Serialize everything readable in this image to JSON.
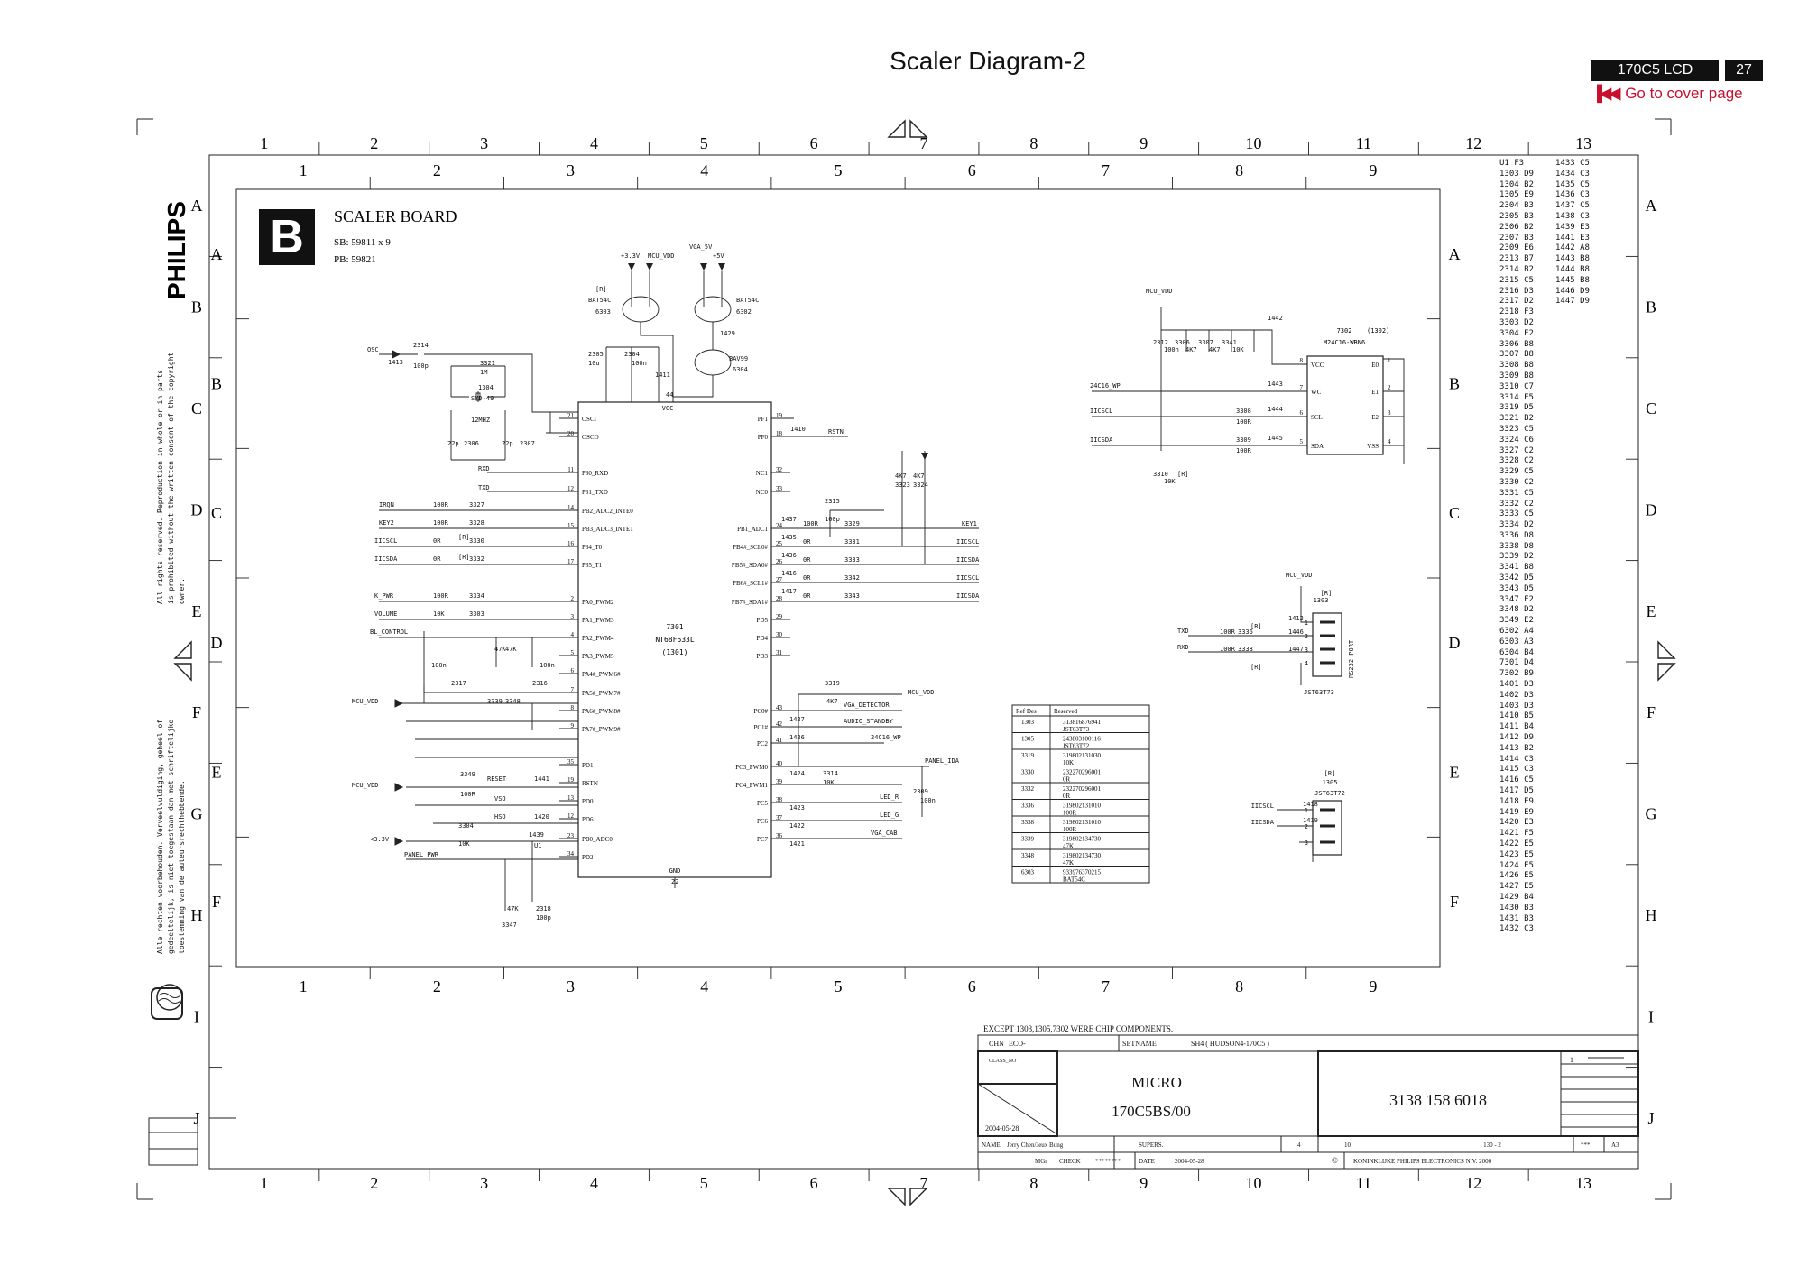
{
  "header": {
    "title": "Scaler  Diagram-2",
    "model": "170C5 LCD",
    "page": "27",
    "cover_link": "Go to cover page"
  },
  "frame": {
    "outer_cols": [
      "1",
      "2",
      "3",
      "4",
      "5",
      "6",
      "7",
      "8",
      "9",
      "10",
      "11",
      "12",
      "13"
    ],
    "inner_cols": [
      "1",
      "2",
      "3",
      "4",
      "5",
      "6",
      "7",
      "8",
      "9"
    ],
    "outer_rows": [
      "A",
      "B",
      "C",
      "D",
      "E",
      "F",
      "G",
      "H",
      "I",
      "J"
    ],
    "inner_rows": [
      "A",
      "B",
      "C",
      "D",
      "E",
      "F"
    ]
  },
  "board": {
    "letter": "B",
    "name": "SCALER BOARD",
    "sb": "SB: 59811 x 9",
    "pb": "PB: 59821"
  },
  "brand": {
    "name": "PHILIPS"
  },
  "copyright": {
    "en": [
      "All rights reserved. Reproduction in whole or in parts",
      "is prohibited without the written consent of the copyright",
      "owner."
    ],
    "nl": [
      "Alle rechten voorbehouden. Verveelvuldiging, geheel of",
      "gedeeltelijk, is niet toegestaan dan met schriftelijke",
      "toestemming van de auteursrechthebbende."
    ]
  },
  "ic_main": {
    "ref": "7301",
    "part": "NT68F633L",
    "pos": "(1301)",
    "vcc": "VCC",
    "gnd": "GND",
    "left_pins": [
      {
        "num": "21",
        "name": "OSCI"
      },
      {
        "num": "20",
        "name": "OSCO"
      },
      {
        "num": "11",
        "name": "P30_RXD"
      },
      {
        "num": "12",
        "name": "P31_TXD"
      },
      {
        "num": "14",
        "name": "PB2_ADC2_INTE0"
      },
      {
        "num": "15",
        "name": "PB3_ADC3_INTE1"
      },
      {
        "num": "16",
        "name": "P34_T0"
      },
      {
        "num": "17",
        "name": "P35_T1"
      },
      {
        "num": "2",
        "name": "PA0_PWM2"
      },
      {
        "num": "3",
        "name": "PA1_PWM3"
      },
      {
        "num": "4",
        "name": "PA2_PWM4"
      },
      {
        "num": "5",
        "name": "PA3_PWM5"
      },
      {
        "num": "6",
        "name": "PA4#_PWM6#"
      },
      {
        "num": "7",
        "name": "PA5#_PWM7#"
      },
      {
        "num": "8",
        "name": "PA6#_PWM8#"
      },
      {
        "num": "9",
        "name": "PA7#_PWM9#"
      },
      {
        "num": "35",
        "name": "PD1"
      },
      {
        "num": "19",
        "name": "RSTN"
      },
      {
        "num": "13",
        "name": "PD0"
      },
      {
        "num": "12",
        "name": "PD6"
      },
      {
        "num": "23",
        "name": "PB0_ADC0"
      },
      {
        "num": "34",
        "name": "PD2"
      }
    ],
    "right_pins": [
      {
        "num": "19",
        "name": "PF1"
      },
      {
        "num": "18",
        "name": "PF0"
      },
      {
        "num": "32",
        "name": "NC1"
      },
      {
        "num": "33",
        "name": "NC0"
      },
      {
        "num": "24",
        "name": "PB1_ADC1"
      },
      {
        "num": "25",
        "name": "PB4#_SCL0#"
      },
      {
        "num": "26",
        "name": "PB5#_SDA0#"
      },
      {
        "num": "27",
        "name": "PB6#_SCL1#"
      },
      {
        "num": "28",
        "name": "PB7#_SDA1#"
      },
      {
        "num": "29",
        "name": "PD5"
      },
      {
        "num": "30",
        "name": "PD4"
      },
      {
        "num": "31",
        "name": "PD3"
      },
      {
        "num": "43",
        "name": "PC0#"
      },
      {
        "num": "42",
        "name": "PC1#"
      },
      {
        "num": "41",
        "name": "PC2"
      },
      {
        "num": "40",
        "name": "PC3_PWM0"
      },
      {
        "num": "39",
        "name": "PC4_PWM1"
      },
      {
        "num": "38",
        "name": "PC5"
      },
      {
        "num": "37",
        "name": "PC6"
      },
      {
        "num": "36",
        "name": "PC7"
      }
    ]
  },
  "left_nets": [
    "OSC",
    "RXD",
    "TXD",
    "IRQN",
    "KEY2",
    "IICSCL",
    "IICSDA",
    "K_PWR",
    "VOLUME",
    "BL_CONTROL",
    "MCU_VDD",
    "MCU_VDD",
    "RESET",
    "VSO",
    "HSO",
    "<3.3V",
    "PANEL_PWR"
  ],
  "left_parts": [
    "2314",
    "100p",
    "1413",
    "3321",
    "1M",
    "1304",
    "SMD-49",
    "12MHZ",
    "22p",
    "22p",
    "2306",
    "2307",
    "100R",
    "3327",
    "100R",
    "3328",
    "0R",
    "3330",
    "0R",
    "3332",
    "100R",
    "3334",
    "10K",
    "3303",
    "[R]",
    "[R]",
    "2317",
    "100n",
    "3339",
    "3348",
    "47K",
    "47K",
    "2316",
    "100n",
    "3349",
    "100R",
    "1441",
    "3304",
    "10K",
    "1420",
    "1439",
    "U1",
    "3347",
    "47K",
    "2318",
    "100p",
    "22"
  ],
  "right_nets": [
    "RSTN",
    "KEY1",
    "IICSCL",
    "IICSDA",
    "IICSCL",
    "IICSDA",
    "VGA_DETECTOR",
    "AUDIO_STANDBY",
    "24C16_WP",
    "PANEL_IDA",
    "LED_R",
    "LED_G",
    "VGA_CAB",
    "MCU_VDD"
  ],
  "right_parts": [
    "1410",
    "2315",
    "100p",
    "3329",
    "100R",
    "3331",
    "0R",
    "3333",
    "0R",
    "3342",
    "0R",
    "3343",
    "0R",
    "3323",
    "3324",
    "4K7",
    "4K7",
    "3319",
    "4K7",
    "1427",
    "1426",
    "3314",
    "10K",
    "2309",
    "100n",
    "1424",
    "1423",
    "1422",
    "1421",
    "1437",
    "1435",
    "1436",
    "1416",
    "1417"
  ],
  "top_parts": [
    "+3.3V",
    "MCU_VDD",
    "VGA_5V",
    "+5V",
    "[R]",
    "BAT54C",
    "6303",
    "BAT54C",
    "6302",
    "BAV99",
    "6304",
    "1429",
    "2305",
    "10u",
    "2304",
    "100n",
    "1411",
    "44"
  ],
  "eeprom": {
    "ref": "7302",
    "pos": "(1302)",
    "part": "M24C16-WBN6",
    "pins_left": [
      {
        "num": "8",
        "name": "VCC"
      },
      {
        "num": "7",
        "name": "WC"
      },
      {
        "num": "6",
        "name": "SCL"
      },
      {
        "num": "5",
        "name": "SDA"
      }
    ],
    "pins_right": [
      {
        "num": "1",
        "name": "E0"
      },
      {
        "num": "2",
        "name": "E1"
      },
      {
        "num": "3",
        "name": "E2"
      },
      {
        "num": "4",
        "name": "VSS"
      }
    ],
    "nets": [
      "MCU_VDD",
      "24C16_WP",
      "IICSCL",
      "IICSDA"
    ],
    "parts": [
      "1442",
      "2312",
      "100n",
      "3306",
      "4K7",
      "3307",
      "4K7",
      "3341",
      "10K",
      "1443",
      "3308",
      "100R",
      "1444",
      "3309",
      "100R",
      "1445",
      "3310",
      "10K",
      "[R]"
    ]
  },
  "port_1303": {
    "ref": "1303",
    "label": "[R]",
    "part": "JST63T73",
    "side": "RS232 PORT",
    "nets": [
      "MCU_VDD",
      "TXD",
      "RXD"
    ],
    "parts": [
      "1412",
      "1446",
      "1447",
      "3336",
      "3338",
      "100R",
      "100R",
      "[R]",
      "[R]"
    ],
    "pins": [
      "1",
      "2",
      "3",
      "4"
    ]
  },
  "port_1305": {
    "ref": "1305",
    "label": "[R]",
    "part": "JST63T72",
    "nets": [
      "IICSCL",
      "IICSDA"
    ],
    "parts": [
      "1418",
      "1419"
    ],
    "pins": [
      "1",
      "2",
      "3"
    ]
  },
  "reserved_table": {
    "headers": [
      "Ref Des",
      "Reserved"
    ],
    "rows": [
      [
        "1303",
        "313816876941",
        "JST63T73"
      ],
      [
        "1305",
        "243803100116",
        "JST63T72"
      ],
      [
        "3319",
        "319802131030",
        "10K"
      ],
      [
        "3330",
        "232270296001",
        "0R"
      ],
      [
        "3332",
        "232270296001",
        "0R"
      ],
      [
        "3336",
        "319802131010",
        "100R"
      ],
      [
        "3338",
        "319802131010",
        "100R"
      ],
      [
        "3339",
        "319802134730",
        "47K"
      ],
      [
        "3348",
        "319802134730",
        "47K"
      ],
      [
        "6303",
        "933976370215",
        "BAT54C"
      ]
    ]
  },
  "ref_list": {
    "col1": [
      "U1 F3",
      "1303 D9",
      "1304 B2",
      "1305 E9",
      "2304 B3",
      "2305 B3",
      "2306 B2",
      "2307 B3",
      "2309 E6",
      "2313 B7",
      "2314 B2",
      "2315 C5",
      "2316 D3",
      "2317 D2",
      "2318 F3",
      "3303 D2",
      "3304 E2",
      "3306 B8",
      "3307 B8",
      "3308 B8",
      "3309 B8",
      "3310 C7",
      "3314 E5",
      "3319 D5",
      "3321 B2",
      "3323 C5",
      "3324 C6",
      "3327 C2",
      "3328 C2",
      "3329 C5",
      "3330 C2",
      "3331 C5",
      "3332 C2",
      "3333 C5",
      "3334 D2",
      "3336 D8",
      "3338 D8",
      "3339 D2",
      "3341 B8",
      "3342 D5",
      "3343 D5",
      "3347 F2",
      "3348 D2",
      "3349 E2",
      "6302 A4",
      "6303 A3",
      "6304 B4",
      "7301 D4",
      "7302 B9",
      "1401 D3",
      "1402 D3",
      "1403 D3",
      "1410 B5",
      "1411 B4",
      "1412 D9",
      "1413 B2",
      "1414 C3",
      "1415 C3",
      "1416 C5",
      "1417 D5",
      "1418 E9",
      "1419 E9",
      "1420 E3",
      "1421 F5",
      "1422 E5",
      "1423 E5",
      "1424 E5",
      "1426 E5",
      "1427 E5",
      "1429 B4",
      "1430 B3",
      "1431 B3",
      "1432 C3"
    ],
    "col2": [
      "1433 C5",
      "1434 C3",
      "1435 C5",
      "1436 C3",
      "1437 C5",
      "1438 C3",
      "1439 E3",
      "1441 E3",
      "1442 A8",
      "1443 B8",
      "1444 B8",
      "1445 B8",
      "1446 D9",
      "1447 D9"
    ]
  },
  "title_block": {
    "note": "EXCEPT 1303,1305,7302  WERE CHIP COMPONENTS.",
    "chn_label": "CHN",
    "eco": "ECO-",
    "setname_label": "SETNAME",
    "setname": "SH4 ( HUDSON4-170C5 )",
    "class_no": "CLASS_NO",
    "date1": "2004-05-28",
    "name1": "MICRO",
    "name2": "170C5BS/00",
    "doc_no": "3138 158 6018",
    "sheet": "1",
    "name_label": "NAME",
    "name": "Jerry Chen/Jeux Bung",
    "supers_label": "SUPERS.",
    "check_label": "CHECK",
    "check_value": "********",
    "mgr": "MGr",
    "date_label": "DATE",
    "date2": "2004-05-28",
    "col4": "4",
    "col10": "10",
    "range": "130 - 2",
    "stars": "***",
    "format": "A3",
    "company": "KONINKLIJKE PHILIPS ELECTRONICS N.V. 2000",
    "copy_symbol": "©"
  }
}
